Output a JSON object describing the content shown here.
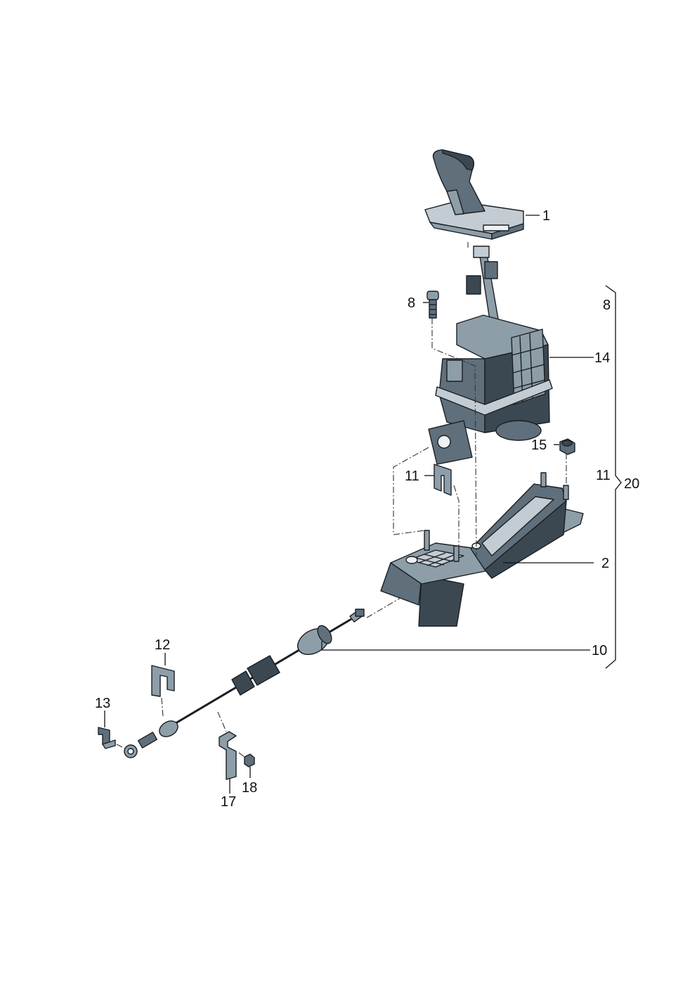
{
  "callouts": {
    "knob": "1",
    "bracket": "2",
    "bolt": "8",
    "cable": "10",
    "clip_left": "11",
    "clip_top": "12",
    "clip_small": "13",
    "housing": "14",
    "nut_top": "15",
    "holder": "17",
    "nut_small": "18"
  },
  "assembly": {
    "label": "20",
    "items": [
      "8",
      "14",
      "11",
      "2",
      "10"
    ]
  },
  "colors": {
    "part_dark": "#3b4852",
    "part_mid": "#5f6f7c",
    "part_light": "#8e9ea9",
    "line": "#111111"
  }
}
